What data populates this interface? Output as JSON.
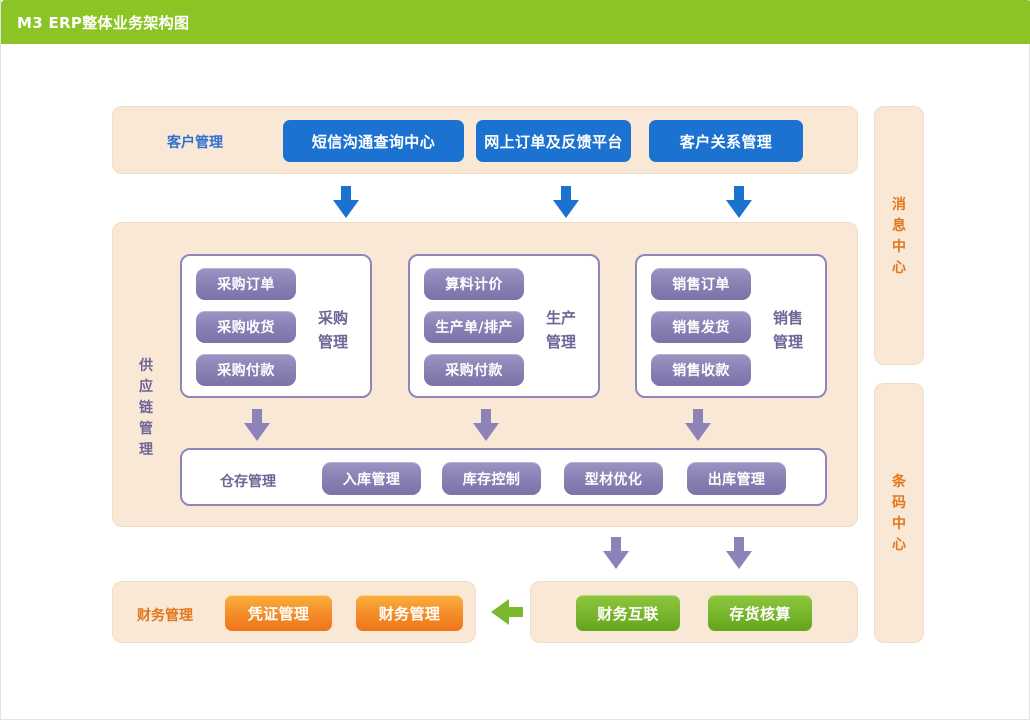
{
  "header": {
    "title": "M3 ERP整体业务架构图",
    "bar_color": "#8cc425"
  },
  "customer_section": {
    "label": "客户管理",
    "buttons": [
      {
        "label": "短信沟通查询中心"
      },
      {
        "label": "网上订单及反馈平台"
      },
      {
        "label": "客户关系管理"
      }
    ],
    "color": "#1b72d0"
  },
  "supply_chain": {
    "label_chars": [
      "供",
      "应",
      "链",
      "管",
      "理"
    ],
    "columns": [
      {
        "title_lines": [
          "采购",
          "管理"
        ],
        "items": [
          {
            "label": "采购订单"
          },
          {
            "label": "采购收货"
          },
          {
            "label": "采购付款"
          }
        ]
      },
      {
        "title_lines": [
          "生产",
          "管理"
        ],
        "items": [
          {
            "label": "算料计价"
          },
          {
            "label": "生产单/排产"
          },
          {
            "label": "采购付款"
          }
        ]
      },
      {
        "title_lines": [
          "销售",
          "管理"
        ],
        "items": [
          {
            "label": "销售订单"
          },
          {
            "label": "销售发货"
          },
          {
            "label": "销售收款"
          }
        ]
      }
    ],
    "warehouse": {
      "label": "仓存管理",
      "buttons": [
        {
          "label": "入库管理"
        },
        {
          "label": "库存控制"
        },
        {
          "label": "型材优化"
        },
        {
          "label": "出库管理"
        }
      ]
    },
    "color": "#8d83b9"
  },
  "finance_section": {
    "label": "财务管理",
    "buttons": [
      {
        "label": "凭证管理"
      },
      {
        "label": "财务管理"
      }
    ],
    "color": "#ef7518"
  },
  "accounting_section": {
    "buttons": [
      {
        "label": "财务互联"
      },
      {
        "label": "存货核算"
      }
    ],
    "color": "#7cb82f"
  },
  "side_panels": [
    {
      "name": "message-center",
      "chars": [
        "消",
        "息",
        "中",
        "心"
      ]
    },
    {
      "name": "barcode-center",
      "chars": [
        "条",
        "码",
        "中",
        "心"
      ]
    }
  ],
  "arrows": {
    "customer_to_chain": [
      "down-arrow-purchase",
      "down-arrow-production",
      "down-arrow-sales"
    ],
    "chain_to_warehouse": [
      "down-arrow-purchase-wh",
      "down-arrow-production-wh",
      "down-arrow-sales-wh"
    ],
    "chain_to_accounting": [
      "down-arrow-finance-link",
      "down-arrow-inventory-accounting"
    ],
    "accounting_to_finance": [
      "left-arrow-to-finance"
    ]
  },
  "palette": {
    "panel_bg": "#fae8d7",
    "panel_border": "#f3dcc6",
    "white_box_border": "#8f85b8",
    "blue": "#1b72d0",
    "purple": "#8d83b9",
    "orange": "#ef7518",
    "green": "#7cb82f",
    "header_green": "#8cc425"
  }
}
